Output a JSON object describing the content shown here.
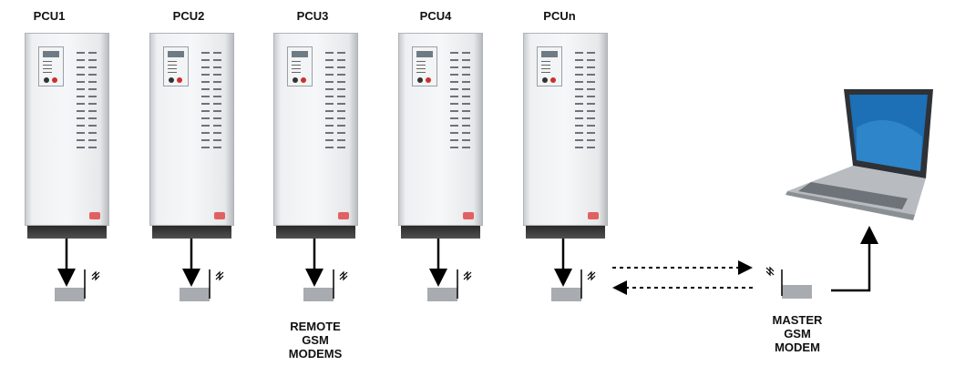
{
  "pcus": [
    {
      "label": "PCU1"
    },
    {
      "label": "PCU2"
    },
    {
      "label": "PCU3"
    },
    {
      "label": "PCU4"
    },
    {
      "label": "PCUn"
    }
  ],
  "remote_label": [
    "REMOTE",
    "GSM",
    "MODEMS"
  ],
  "master_label": [
    "MASTER",
    "GSM",
    "MODEM"
  ],
  "icons": {
    "signal": "radio-wave-icon",
    "laptop": "laptop-icon",
    "cabinet": "pcu-cabinet",
    "modem": "gsm-modem-icon"
  },
  "colors": {
    "arrow": "#000000",
    "modem": "#a8abaf",
    "cabinet_base": "#2a2a2a"
  }
}
